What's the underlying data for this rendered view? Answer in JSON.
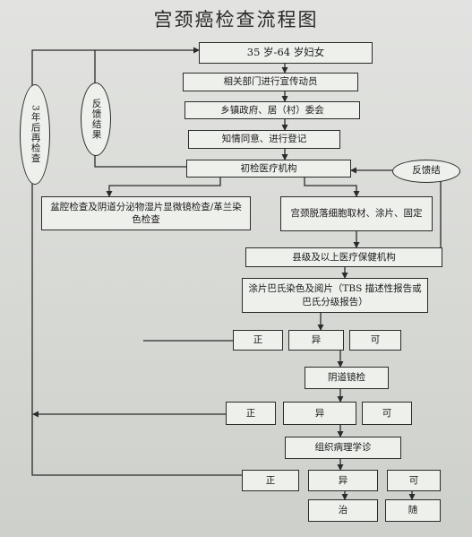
{
  "title": "宫颈癌检查流程图",
  "nodes": {
    "women": "35 岁-64 岁妇女",
    "dept": "相关部门进行宣传动员",
    "gov": "乡镇政府、居（村）委会",
    "consent": "知情同意、进行登记",
    "initial": "初检医疗机构",
    "pelvic": "盆腔检查及阴道分泌物湿片显微镜检查/革兰染色检查",
    "cytology": "宫颈脱落细胞取材、涂片、固定",
    "county": "县级及以上医疗保健机构",
    "pap": "涂片巴氏染色及阅片（TBS 描述性报告或巴氏分级报告）",
    "r1_normal": "正",
    "r1_abnormal": "异",
    "r1_suspicious": "可",
    "colposcopy": "阴道镜检",
    "r2_normal": "正",
    "r2_abnormal": "异",
    "r2_suspicious": "可",
    "pathology": "组织病理学诊",
    "r3_normal": "正",
    "r3_abnormal": "异",
    "r3_suspicious": "可",
    "treat": "治",
    "follow": "随"
  },
  "ovals": {
    "recheck": "3年后再检查",
    "feedback_left": "反馈结果",
    "feedback_right": "反馈结"
  }
}
